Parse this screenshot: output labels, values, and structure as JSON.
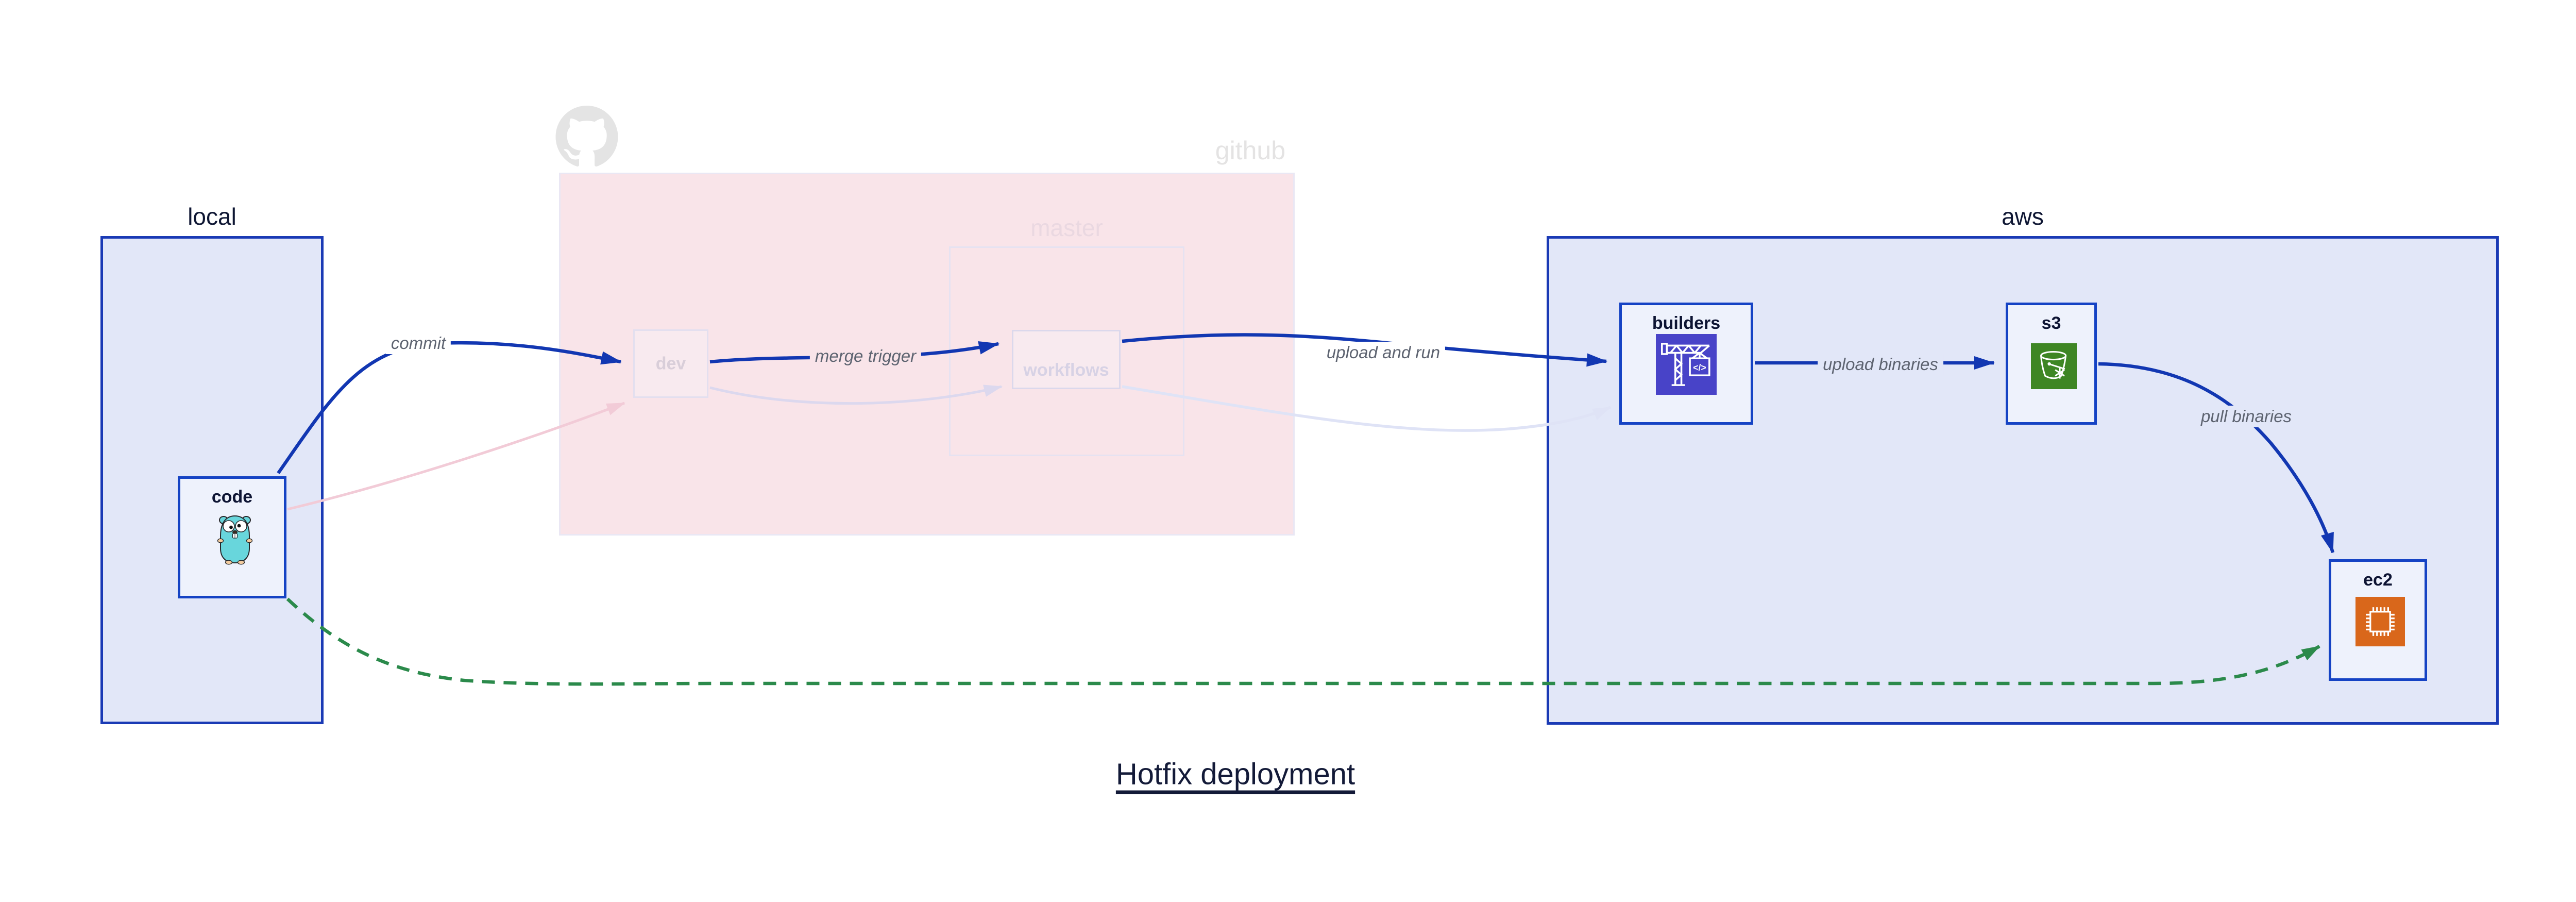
{
  "title": {
    "text": "Hotfix deployment"
  },
  "containers": {
    "local": {
      "label": "local"
    },
    "github": {
      "label": "github"
    },
    "master": {
      "label": "master"
    },
    "aws": {
      "label": "aws"
    }
  },
  "nodes": {
    "code": {
      "label": "code",
      "icon": "go-gopher-icon"
    },
    "dev": {
      "label": "dev"
    },
    "workflows": {
      "label": "workflows"
    },
    "builders": {
      "label": "builders",
      "icon": "aws-codebuild-icon"
    },
    "s3": {
      "label": "s3",
      "icon": "aws-s3-bucket-icon"
    },
    "ec2": {
      "label": "ec2",
      "icon": "aws-ec2-chip-icon"
    }
  },
  "edges": {
    "commit": {
      "label": "commit"
    },
    "merge_trigger": {
      "label": "merge trigger"
    },
    "upload_and_run": {
      "label": "upload and run"
    },
    "upload_binaries": {
      "label": "upload binaries"
    },
    "pull_binaries": {
      "label": "pull binaries"
    }
  },
  "icons": {
    "codebuild_glyph": "</>"
  },
  "colors": {
    "container_fill": "#e2e7f8",
    "container_border": "#1a3ab5",
    "node_fill": "#eef2fc",
    "node_border": "#1543c4",
    "edge_blue": "#1237b2",
    "hotfix_green": "#2b8a4b",
    "github_fill": "#f9e4e9",
    "faded_pink_edge": "#f2cbd7",
    "faded_lavender_edge": "#dcd8ee",
    "edge_label_gray": "#5d6370",
    "codebuild_purple": "#4843c8",
    "s3_green": "#3e8624",
    "ec2_orange": "#d9671b",
    "gopher_teal": "#68d6dc",
    "github_logo_gray": "#e4e4e4",
    "title_navy": "#131a38"
  }
}
